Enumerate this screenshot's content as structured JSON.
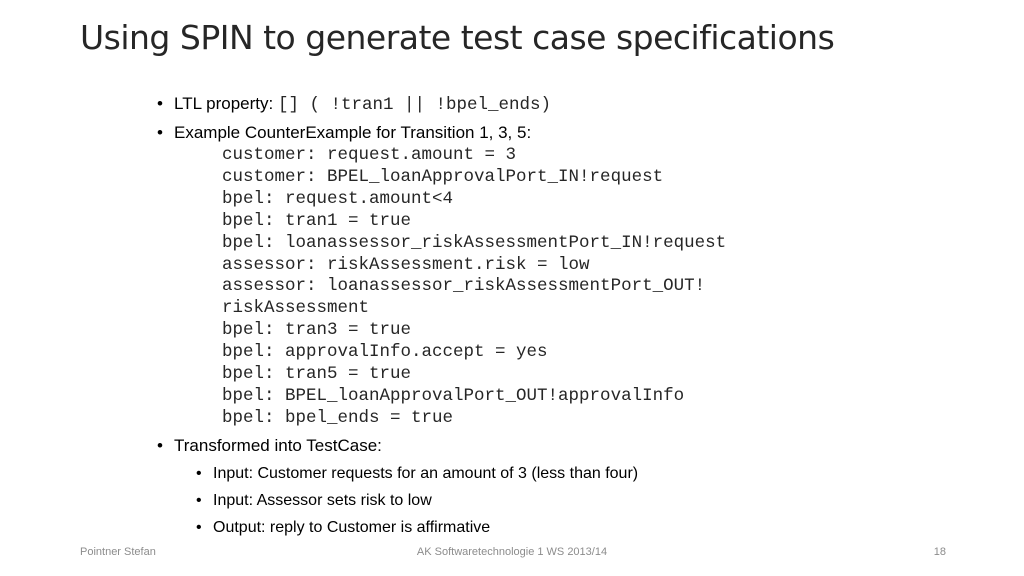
{
  "slide": {
    "title": "Using SPIN to generate test case specifications",
    "bullets": [
      {
        "label": "LTL property: ",
        "code": "[] ( !tran1 || !bpel_ends)"
      },
      {
        "label": "Example CounterExample for Transition 1, 3, 5:",
        "code_lines": [
          "customer: request.amount = 3",
          "customer: BPEL_loanApprovalPort_IN!request",
          "bpel: request.amount<4",
          "bpel: tran1 = true",
          "bpel: loanassessor_riskAssessmentPort_IN!request",
          "assessor: riskAssessment.risk = low",
          "assessor: loanassessor_riskAssessmentPort_OUT!",
          "riskAssessment",
          "bpel: tran3 = true",
          "bpel: approvalInfo.accept = yes",
          "bpel: tran5 = true",
          "bpel: BPEL_loanApprovalPort_OUT!approvalInfo",
          "bpel: bpel_ends = true"
        ]
      },
      {
        "label": "Transformed into TestCase:",
        "sub_bullets": [
          "Input: Customer requests for an amount of 3 (less than four)",
          "Input: Assessor sets risk to low",
          "Output: reply to Customer is affirmative"
        ]
      }
    ]
  },
  "footer": {
    "author": "Pointner Stefan",
    "course": "AK Softwaretechnologie 1 WS 2013/14",
    "page_number": "18"
  }
}
